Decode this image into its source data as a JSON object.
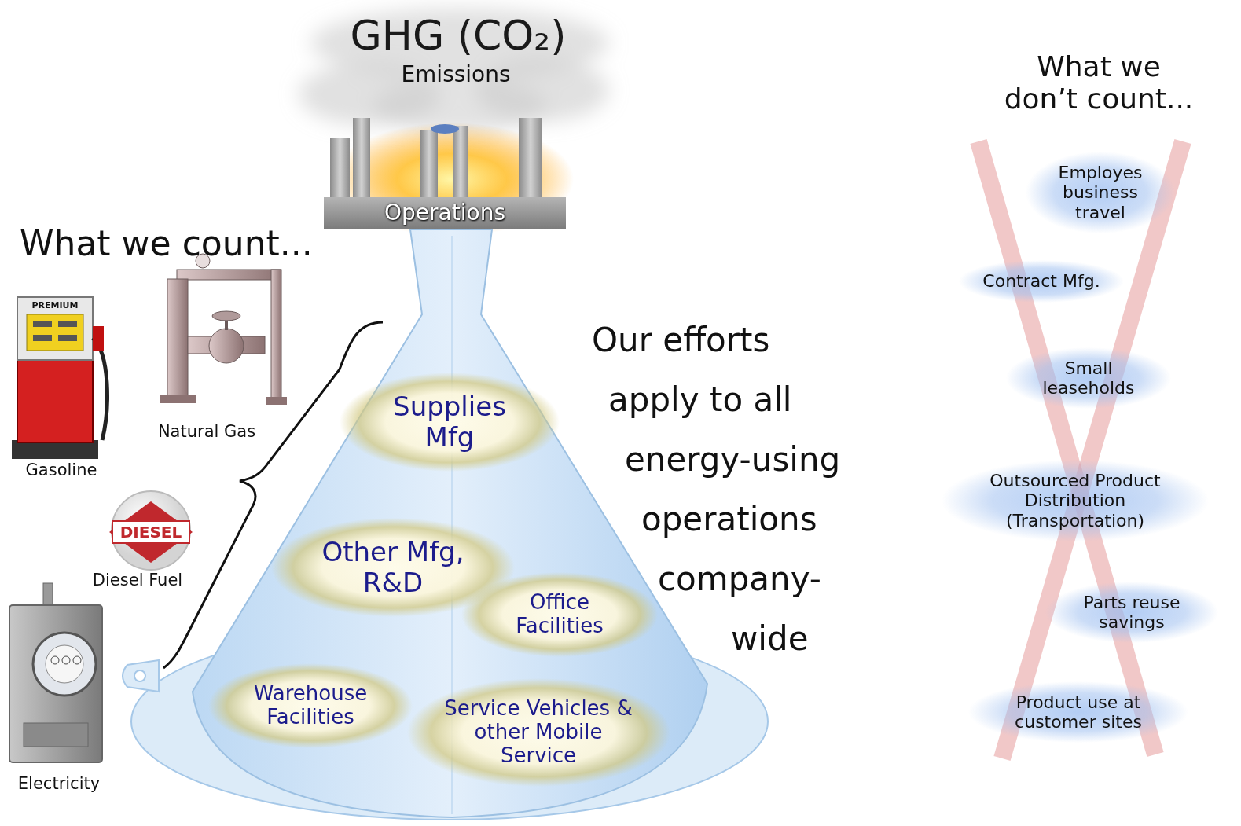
{
  "diagram": {
    "title": "GHG (CO₂)",
    "nodes": [
      {
        "text": [
          "Operations"
        ]
      },
      {
        "text": [
          "Supplies Mfg"
        ]
      },
      {
        "text": [
          "Other Mfg, R&D"
        ]
      },
      {
        "text": [
          "Office Facilities"
        ]
      },
      {
        "text": [
          "Warehouse Facilities"
        ]
      },
      {
        "text": [
          "Service Vehicles & other Mobile Service"
        ]
      },
      {
        "text": [
          "Employes business travel"
        ]
      },
      {
        "text": [
          "Contract Mfg."
        ]
      },
      {
        "text": [
          "Small leaseholds"
        ]
      },
      {
        "text": [
          "Outsourced Product Distribution (Transportation)"
        ]
      },
      {
        "text": [
          "Parts reuse savings"
        ]
      },
      {
        "text": [
          "Product use at customer sites"
        ]
      }
    ],
    "labels": [
      "Emissions",
      "What we count...",
      "PREMIUM",
      "Gasoline",
      "Natural Gas",
      "DIESEL",
      "Diesel Fuel",
      "Electricity",
      "Our efforts apply to all energy-using operations company-wide",
      "What we don’t count..."
    ]
  }
}
